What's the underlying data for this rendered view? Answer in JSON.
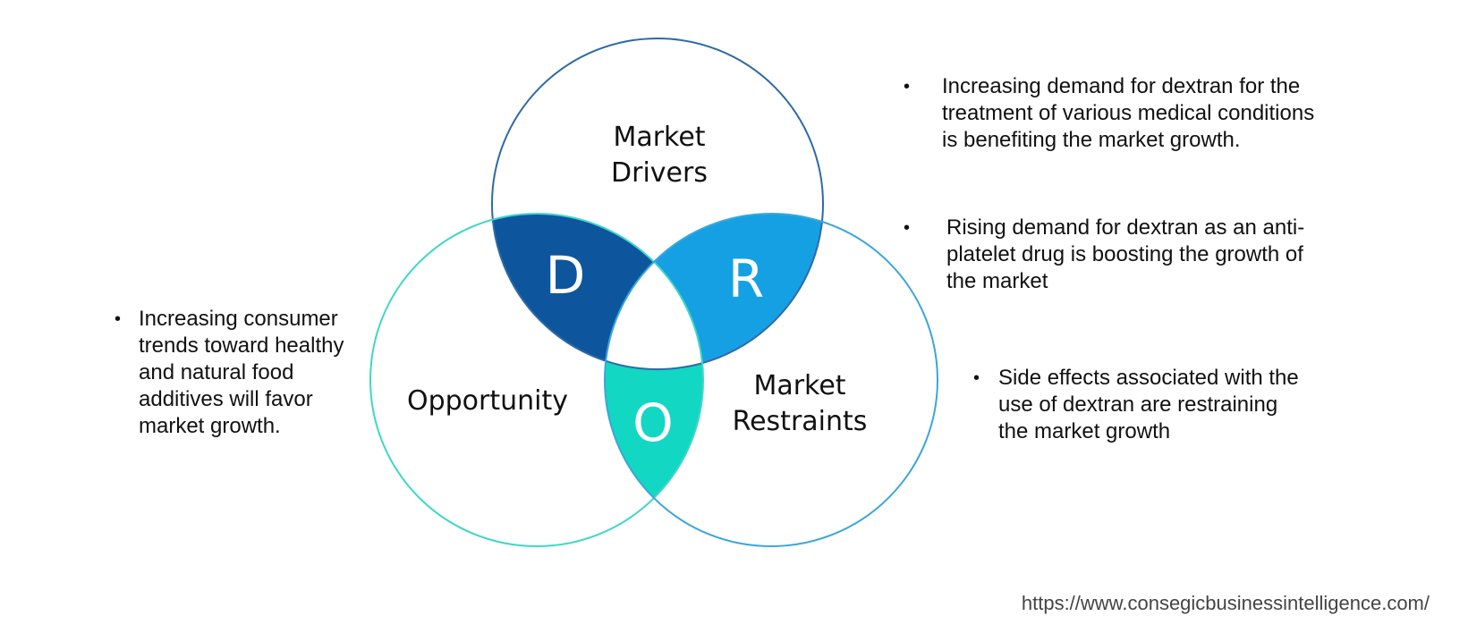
{
  "diagram": {
    "circles": {
      "drivers": {
        "label_line1": "Market",
        "label_line2": "Drivers",
        "stroke": "#2e6aa8"
      },
      "opportunity": {
        "label": "Opportunity",
        "stroke": "#3fd6c8"
      },
      "restraints": {
        "label_line1": "Market",
        "label_line2": "Restraints",
        "stroke": "#3aa6db"
      }
    },
    "intersections": {
      "d": {
        "letter": "D",
        "color": "#0d569e"
      },
      "r": {
        "letter": "R",
        "color": "#16a0e4"
      },
      "o": {
        "letter": "O",
        "color": "#12d7c3"
      }
    }
  },
  "bullets": {
    "drivers_1": "Increasing demand for dextran for the treatment of various medical conditions is benefiting the market growth.",
    "drivers_2": "Rising demand for dextran as an anti-platelet drug is boosting the growth of the market",
    "restraints_1": "Side effects associated with the use of dextran are restraining the market growth",
    "opportunity_1": "Increasing consumer trends toward healthy and natural food additives will favor market growth.",
    "marker": "•"
  },
  "footer": {
    "url": "https://www.consegicbusinessintelligence.com/"
  }
}
